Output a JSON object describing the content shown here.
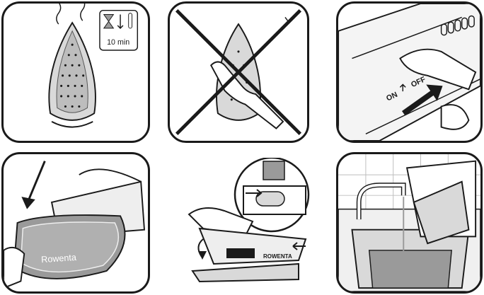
{
  "panel1": {
    "time_label": "10 min"
  },
  "panel3": {
    "on_label": "ON",
    "off_label": "OFF"
  },
  "panel4": {
    "brand_label": "Rowenta"
  },
  "panel5": {
    "brand_label": "ROWENTA"
  },
  "colors": {
    "stroke": "#1a1a1a",
    "soleplate": "#d9d9d9",
    "shade": "#9a9a9a"
  }
}
